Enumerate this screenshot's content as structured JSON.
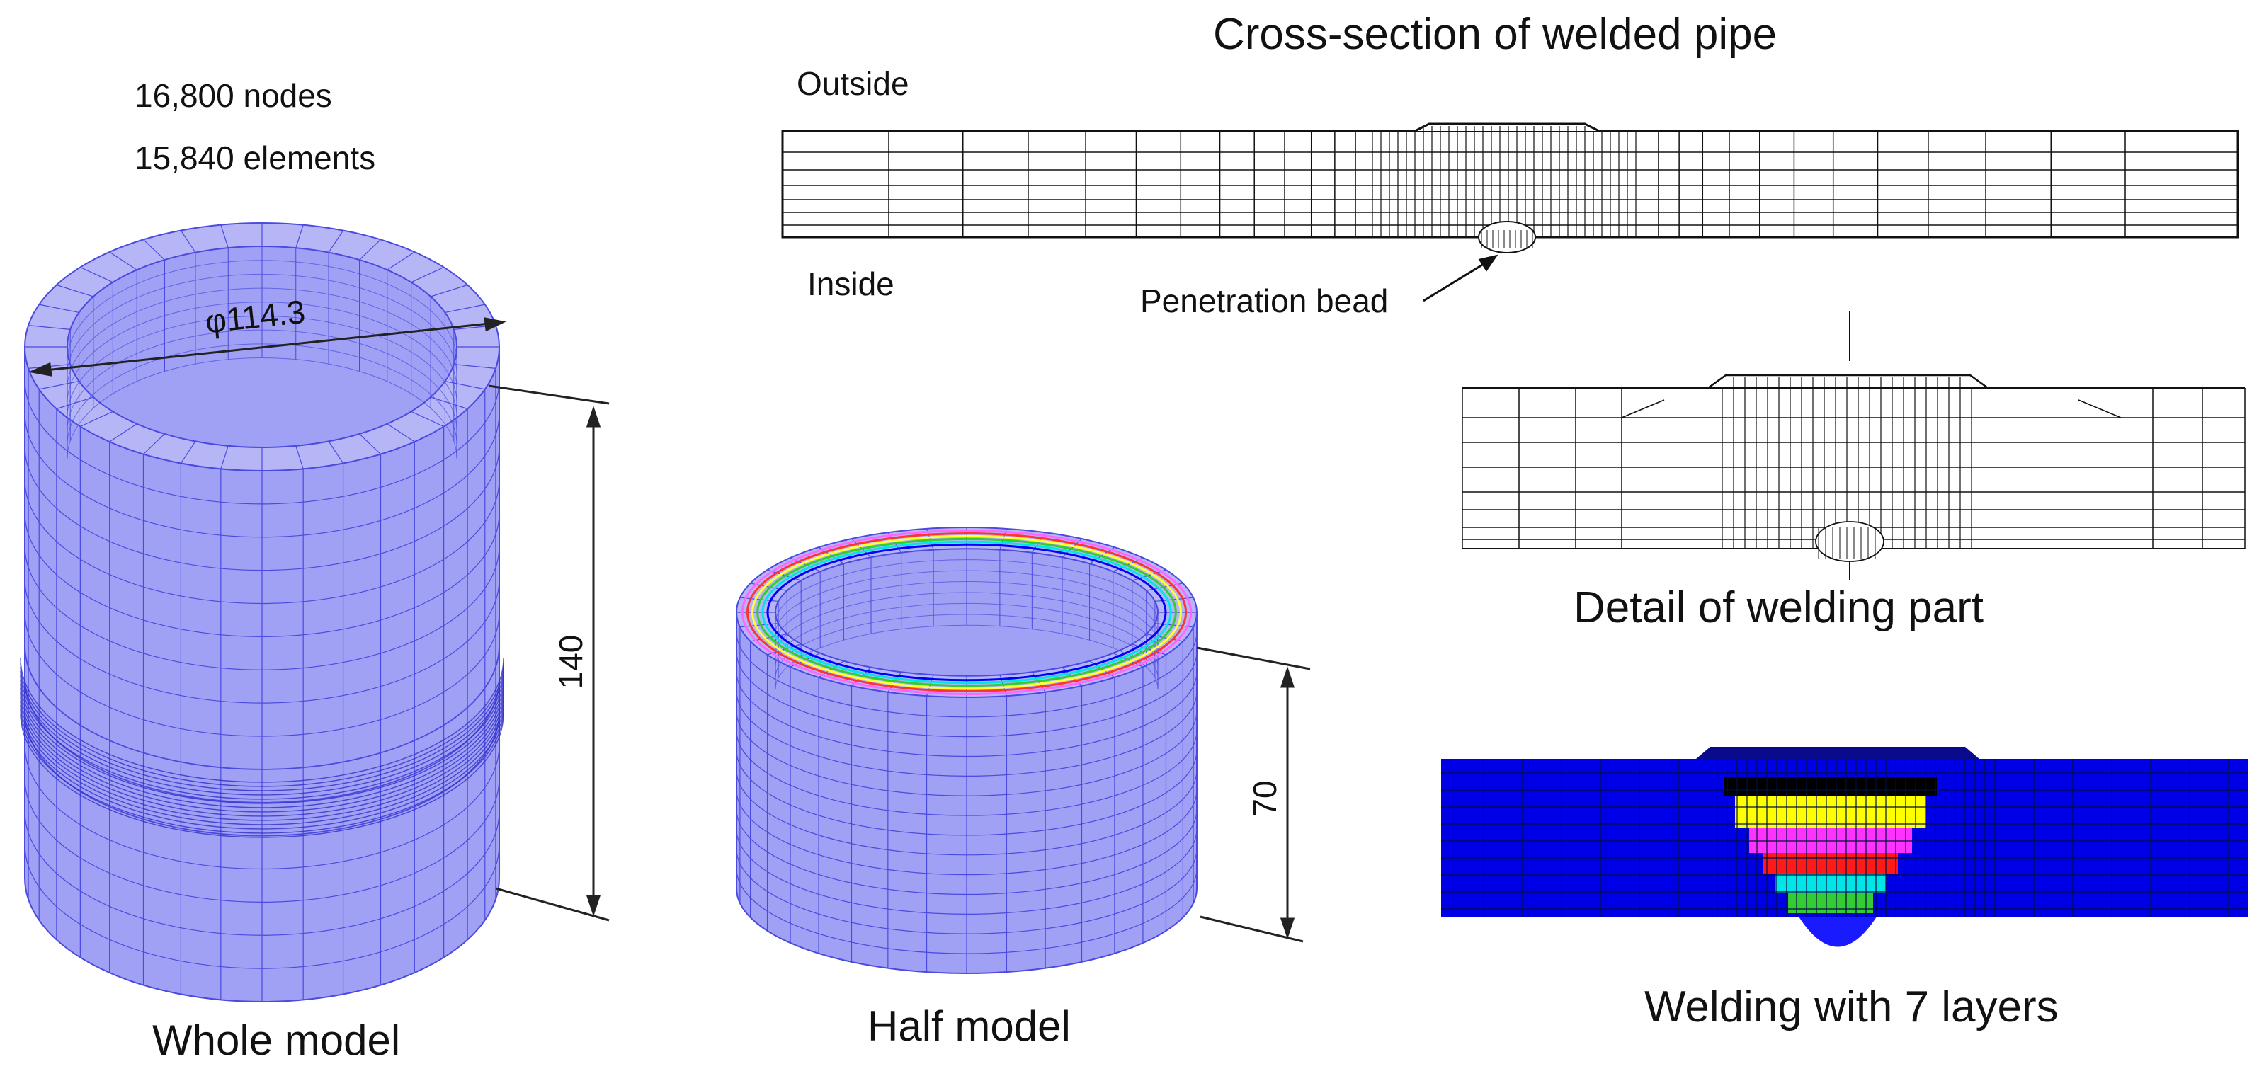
{
  "stats": {
    "nodes": "16,800 nodes",
    "elements": "15,840 elements"
  },
  "whole_model": {
    "caption": "Whole model",
    "diameter": "φ114.3",
    "height": "140"
  },
  "half_model": {
    "caption": "Half model",
    "height": "70"
  },
  "cross_section": {
    "title": "Cross-section of welded pipe",
    "outside": "Outside",
    "inside": "Inside",
    "bead_label": "Penetration bead"
  },
  "detail": {
    "caption": "Detail of welding part"
  },
  "layers": {
    "caption": "Welding with 7 layers"
  },
  "colors": {
    "mesh_fill": "#a0a0f4",
    "mesh_line": "#4a4ae0",
    "base_metal": "#0000e6",
    "weld_top": "#0a0a8c",
    "layer_colors": [
      "#000000",
      "#ffff00",
      "#ff33ff",
      "#ff1a1a",
      "#00e5e5",
      "#33cc33",
      "#1a1aff"
    ]
  }
}
